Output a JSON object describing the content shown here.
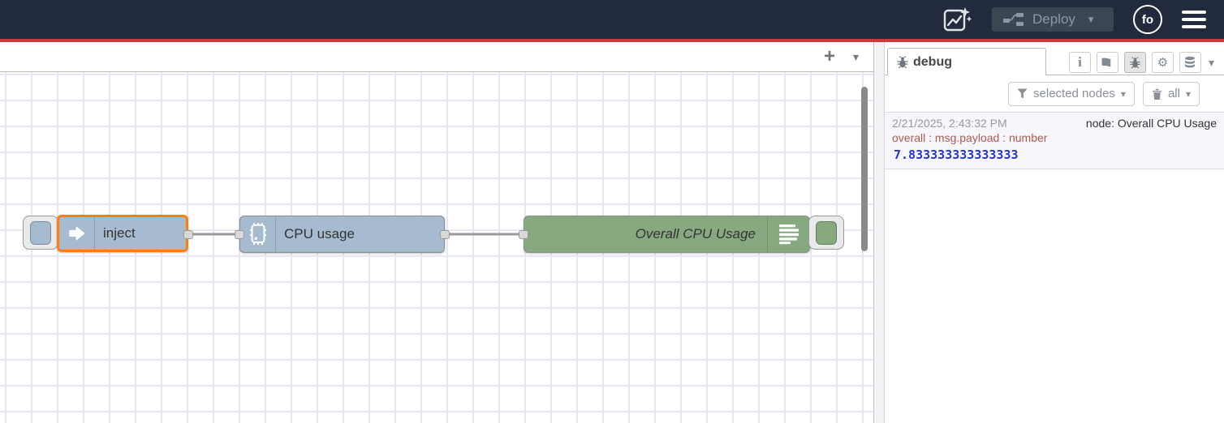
{
  "header": {
    "deploy_label": "Deploy",
    "avatar_text": "fo"
  },
  "canvas": {
    "add_flow_label": "+"
  },
  "nodes": [
    {
      "id": "inject",
      "type": "inject",
      "label": "inject",
      "color": "#a6bbcf",
      "selected": true
    },
    {
      "id": "cpu-usage",
      "type": "cpu",
      "label": "CPU usage",
      "color": "#a6bbcf",
      "selected": false
    },
    {
      "id": "overall-cpu-usage",
      "type": "debug",
      "label": "Overall CPU Usage",
      "color": "#87a980",
      "selected": false
    }
  ],
  "sidebar": {
    "tab_label": "debug",
    "filter_label": "selected nodes",
    "clear_label": "all",
    "message": {
      "timestamp": "2/21/2025, 2:43:32 PM",
      "node": "node: Overall CPU Usage",
      "property": "overall : msg.payload : number",
      "value": "7.833333333333333",
      "value_type": "number"
    }
  },
  "icons": {
    "caret": "▾",
    "gear": "⚙",
    "info": "i"
  },
  "colors": {
    "header_bg": "#222b3d",
    "accent_red": "#c83b3b",
    "node_inject": "#a6bbcf",
    "node_debug_green": "#87a980",
    "selection_orange": "#ff7f0e",
    "wire_gray": "#999999",
    "debug_property_red": "#ad5a50",
    "debug_number_blue": "#2434d4",
    "grid_line": "#e8e8f4"
  }
}
